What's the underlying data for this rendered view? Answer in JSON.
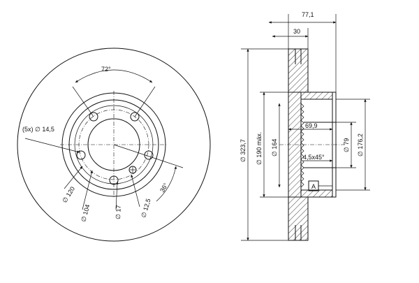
{
  "front_view": {
    "angle_bolt_pitch": "72°",
    "holes_label": "(5x) ∅ 14,5",
    "dia_120": "∅ 120",
    "dia_104": "∅ 104",
    "dia_17": "∅ 17",
    "dia_12_5": "∅ 12,5",
    "angle_36": "36°"
  },
  "side_view": {
    "width_77_1": "77,1",
    "width_30": "30",
    "dia_323_7": "∅ 323,7",
    "dia_190_max": "∅ 190 máx.",
    "dia_164": "∅ 164",
    "depth_69_9": "69,9",
    "dia_79": "∅ 79",
    "dia_176_2": "∅ 176,2",
    "chamfer": "4,5x45°",
    "datum": "A"
  }
}
